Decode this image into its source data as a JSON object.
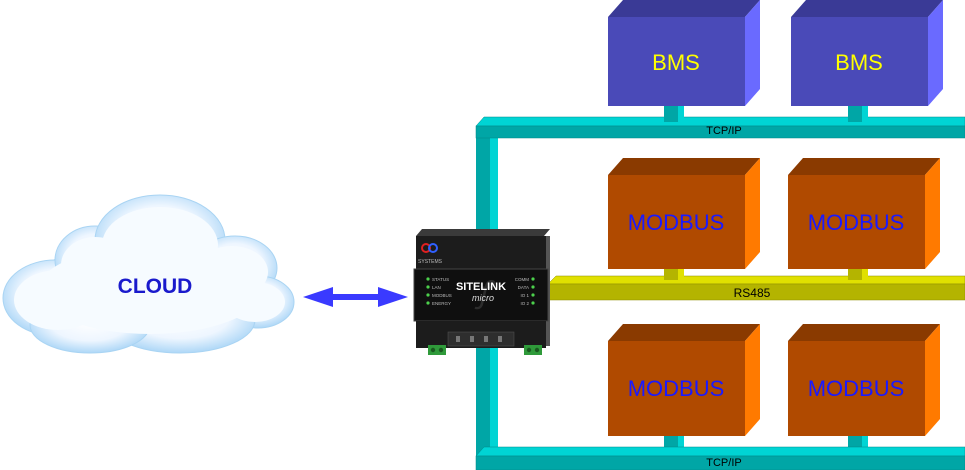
{
  "cloud": {
    "label": "CLOUD"
  },
  "device": {
    "brand": "SITELINK",
    "model": "micro",
    "maker": "SYSTEMS",
    "status_left": [
      "STATUS",
      "LAN",
      "MODBUS",
      "ENERGY"
    ],
    "status_right": [
      "COMM",
      "DATA",
      "IO 1",
      "IO 2"
    ]
  },
  "bus": {
    "tcp_top": "TCP/IP",
    "rs485": "RS485",
    "tcp_bottom": "TCP/IP"
  },
  "nodes": {
    "bms_1": "BMS",
    "bms_2": "BMS",
    "modbus_1": "MODBUS",
    "modbus_2": "MODBUS",
    "modbus_3": "MODBUS",
    "modbus_4": "MODBUS"
  },
  "colors": {
    "bms_front": "#4a4ab8",
    "bms_top": "#3a3a96",
    "bms_side": "#6a6aff",
    "bms_text": "#ffff00",
    "modbus_front": "#b04a00",
    "modbus_top": "#8a3a00",
    "modbus_side": "#ff7a00",
    "modbus_text": "#1a1aff",
    "tcp_front": "#00a6a6",
    "tcp_top": "#00d4d4",
    "rs485_front": "#b4b400",
    "rs485_top": "#e0e000",
    "arrow": "#3a3aff",
    "cloud_text": "#1a1acc"
  }
}
